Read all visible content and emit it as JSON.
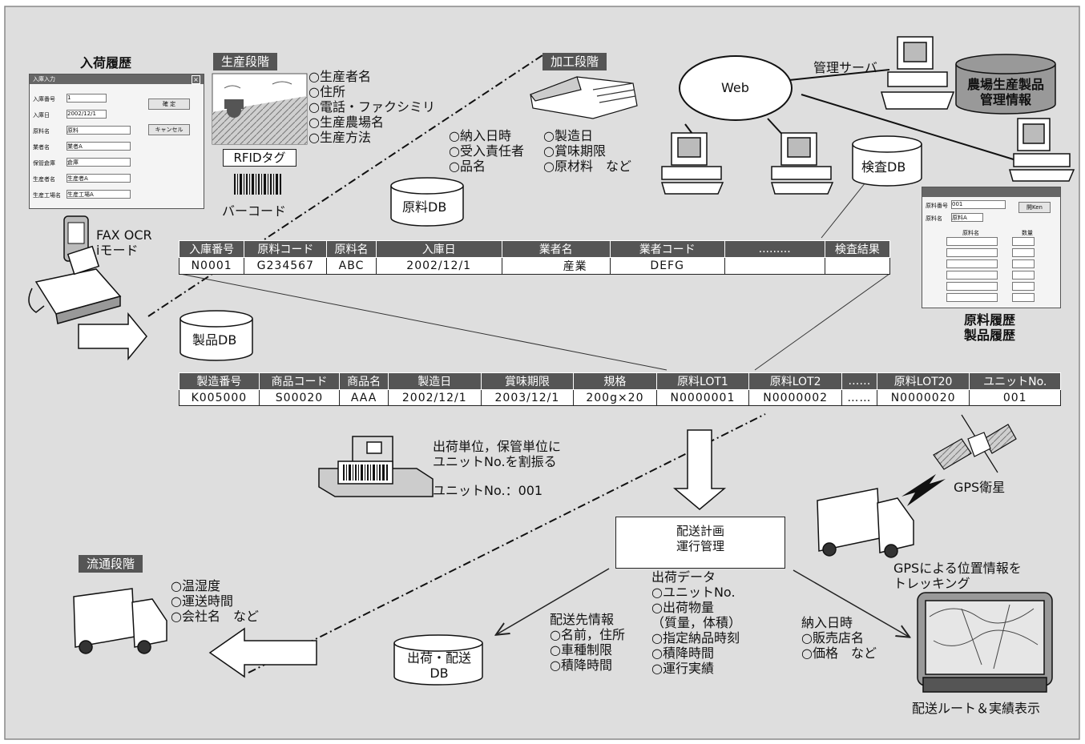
{
  "left_panel": {
    "title": "入荷履歴",
    "form": {
      "title": "入庫入力",
      "rows": [
        {
          "label": "入庫番号",
          "value": "1"
        },
        {
          "label": "入庫日",
          "value": "2002/12/1"
        },
        {
          "label": "原料名",
          "value": "原料"
        },
        {
          "label": "業者名",
          "value": "業者A"
        },
        {
          "label": "保管倉庫",
          "value": "倉庫"
        },
        {
          "label": "生産者名",
          "value": "生産者A"
        },
        {
          "label": "生産工場名",
          "value": "生産工場A"
        }
      ],
      "ok_label": "確 定",
      "cancel_label": "キャンセル"
    }
  },
  "fax": {
    "label": "FAX OCR\niモード"
  },
  "production": {
    "tag": "生産段階",
    "items": "○生産者名\n○住所\n○電話・ファクシミリ\n○生産農場名\n○生産方法",
    "rfid": "RFIDタグ",
    "barcode": "バーコード"
  },
  "processing": {
    "tag": "加工段階",
    "items_left": "○納入日時\n○受入責任者\n○品名",
    "items_right": "○製造日\n○賞味期限\n○原材料　など"
  },
  "web": {
    "cloud": "Web",
    "server": "管理サーバ",
    "db": "農場生産製品\n管理情報"
  },
  "inspection_db": "検査DB",
  "material_db": "原料DB",
  "product_db": "製品DB",
  "material_table": {
    "headers": [
      "入庫番号",
      "原料コード",
      "原料名",
      "入庫日",
      "業者名",
      "業者コード",
      ".........",
      "検査結果"
    ],
    "row": [
      "N0001",
      "G234567",
      "ABC",
      "2002/12/1",
      "産業",
      "DEFG",
      "",
      ""
    ]
  },
  "product_table": {
    "headers": [
      "製造番号",
      "商品コード",
      "商品名",
      "製造日",
      "賞味期限",
      "規格",
      "原料LOT1",
      "原料LOT2",
      "……",
      "原料LOT20",
      "ユニットNo."
    ],
    "row": [
      "K005000",
      "S00020",
      "AAA",
      "2002/12/1",
      "2003/12/1",
      "200g×20",
      "N0000001",
      "N0000002",
      "……",
      "N0000020",
      "001"
    ]
  },
  "history_window": {
    "caption": "原料履歴\n製品履歴",
    "label1": "原料番号",
    "value1": "001",
    "label2": "原料名",
    "value2": "原料A",
    "btn": "開Ken",
    "col1": "原料名",
    "col2": "数量"
  },
  "unit": {
    "text": "出荷単位，保管単位に\nユニットNo.を割振る",
    "value": "ユニットNo.：001"
  },
  "satellite": "GPS衛星",
  "delivery": {
    "box": "配送計画\n運行管理"
  },
  "gps_tracking": "GPSによる位置情報を\nトレッキング",
  "distribution": {
    "tag": "流通段階",
    "items": "○温湿度\n○運送時間\n○会社名　など"
  },
  "shipping_db": "出荷・配送\nDB",
  "destination_info": "配送先情報\n○名前，住所\n○車種制限\n○積降時間",
  "shipment_data": "出荷データ\n○ユニットNo.\n○出荷物量\n（質量，体積）\n○指定納品時刻\n○積降時間\n○運行実績",
  "arrival": "納入日時\n○販売店名\n○価格　など",
  "route_display": "配送ルート＆実績表示",
  "colors": {
    "frame": "#dedede",
    "tag": "#555555",
    "header": "#555555"
  }
}
